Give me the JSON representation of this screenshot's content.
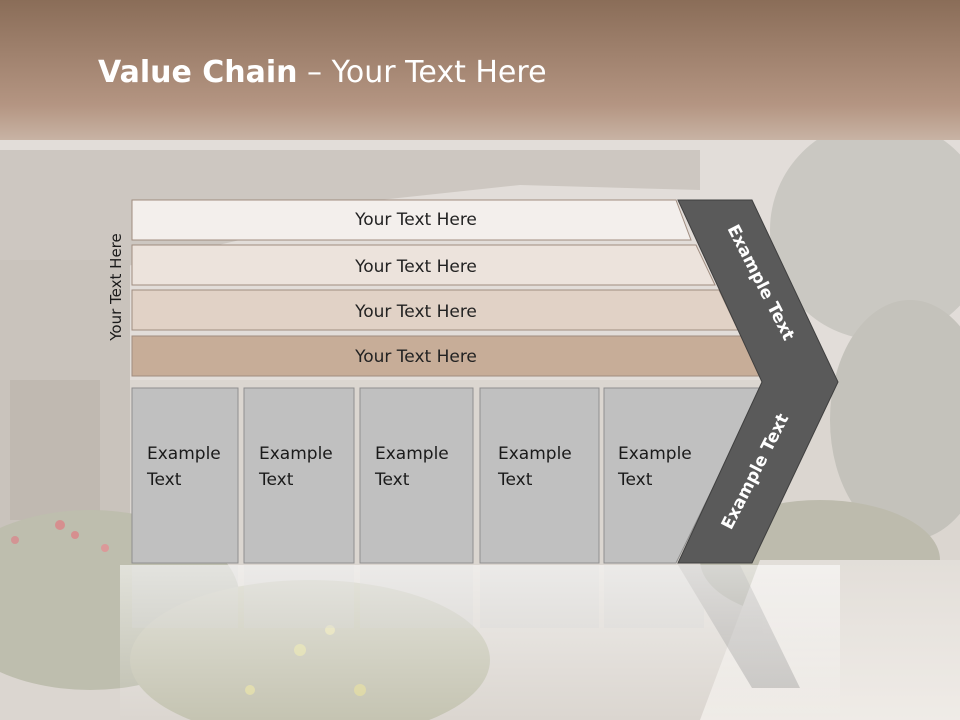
{
  "title": {
    "bold": "Value Chain",
    "rest": " – Your Text Here"
  },
  "side_label": "Your Text Here",
  "bars": [
    {
      "label": "Your Text Here"
    },
    {
      "label": "Your Text Here"
    },
    {
      "label": "Your Text Here"
    },
    {
      "label": "Your Text Here"
    }
  ],
  "boxes": [
    {
      "line1": "Example",
      "line2": "Text"
    },
    {
      "line1": "Example",
      "line2": "Text"
    },
    {
      "line1": "Example",
      "line2": "Text"
    },
    {
      "line1": "Example",
      "line2": "Text"
    },
    {
      "line1": "Example",
      "line2": "Text"
    }
  ],
  "chevron": {
    "upper": "Example Text",
    "lower": "Example Text"
  },
  "colors": {
    "header": "#a88a73",
    "bar1": "#f3efec",
    "bar2": "#ece3dc",
    "bar3": "#e1d2c6",
    "bar4": "#c7ad98",
    "box": "#c0c0c0",
    "chevron": "#5a5a5a"
  }
}
